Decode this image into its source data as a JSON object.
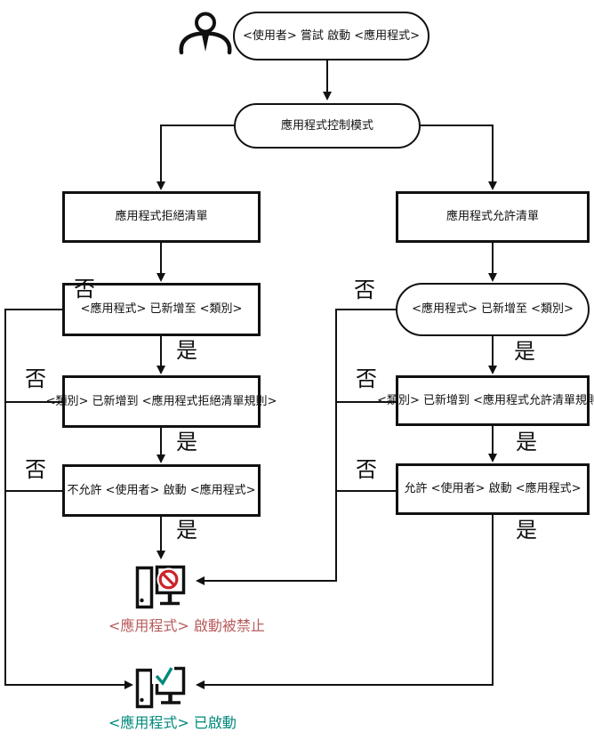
{
  "diagram": {
    "start": "<使用者> 嘗試 啟動 <應用程式>",
    "mode": "應用程式控制模式",
    "labels": {
      "no": "否",
      "yes": "是"
    },
    "denylist": {
      "title": "應用程式拒絕清單",
      "step1": "<應用程式> 已新增至 <類別>",
      "step2": "<類別> 已新增到 <應用程式拒絕清單規則>",
      "step3": "不允許 <使用者> 啟動 <應用程式>"
    },
    "allowlist": {
      "title": "應用程式允許清單",
      "step1": "<應用程式> 已新增至 <類別>",
      "step2": "<類別> 已新增到 <應用程式允許清單規則>",
      "step3": "允許 <使用者> 啟動 <應用程式>"
    },
    "outcomes": {
      "blocked": {
        "text": "<應用程式> 啟動被禁止",
        "color": "#b85c5c"
      },
      "started": {
        "text": "<應用程式> 已啟動",
        "color": "#00897b"
      }
    },
    "colors": {
      "line": "#111111",
      "prohibition_icon": "#cc2229",
      "check_icon": "#00897b"
    }
  }
}
